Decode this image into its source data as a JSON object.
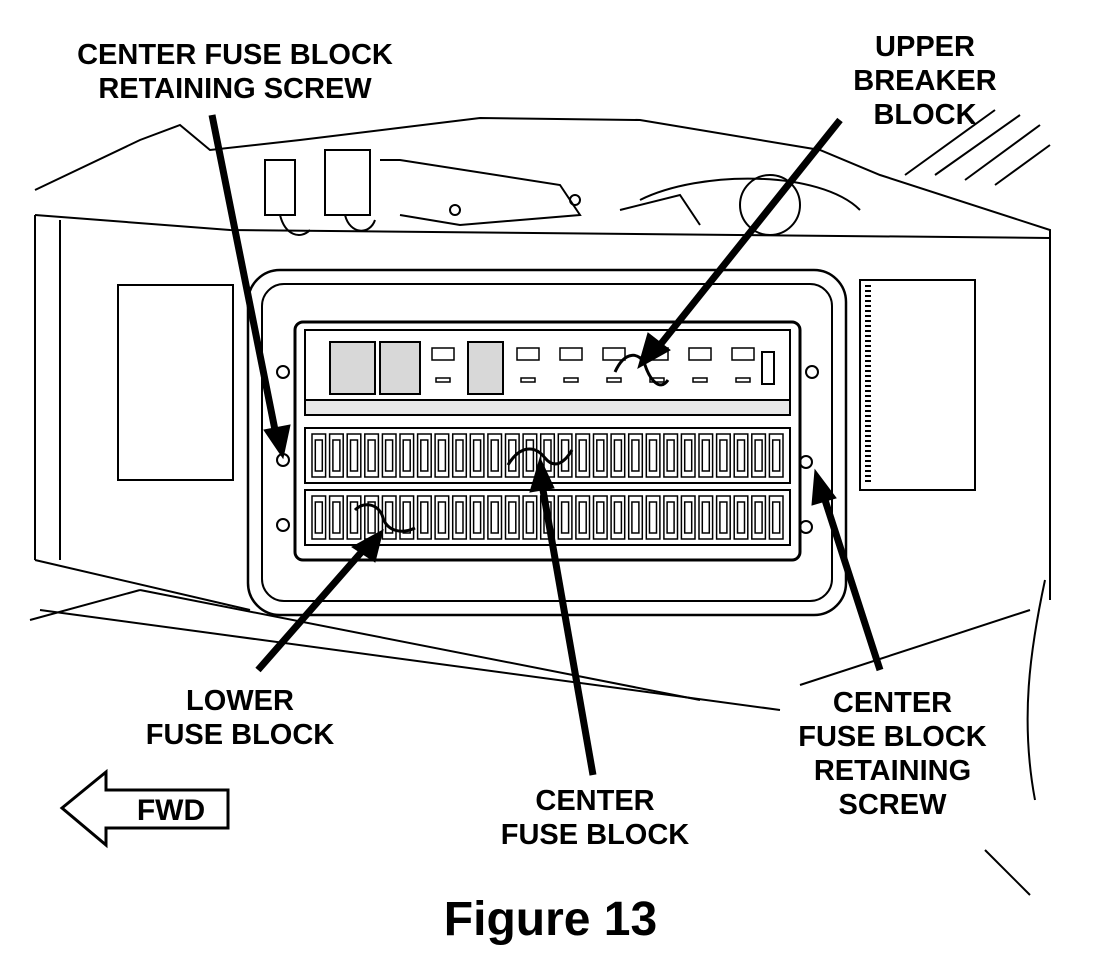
{
  "figure": {
    "caption": "Figure 13"
  },
  "callouts": {
    "center_screw_left": [
      "CENTER FUSE BLOCK",
      "RETAINING SCREW"
    ],
    "upper_breaker_block": [
      "UPPER",
      "BREAKER",
      "BLOCK"
    ],
    "lower_fuse_block": [
      "LOWER",
      "FUSE BLOCK"
    ],
    "center_fuse_block": [
      "CENTER",
      "FUSE BLOCK"
    ],
    "center_screw_right": [
      "CENTER",
      "FUSE BLOCK",
      "RETAINING",
      "SCREW"
    ]
  },
  "direction_indicator": {
    "label": "FWD",
    "icon": "left-arrow-icon"
  },
  "colors": {
    "ink": "#000000",
    "paper": "#ffffff"
  }
}
